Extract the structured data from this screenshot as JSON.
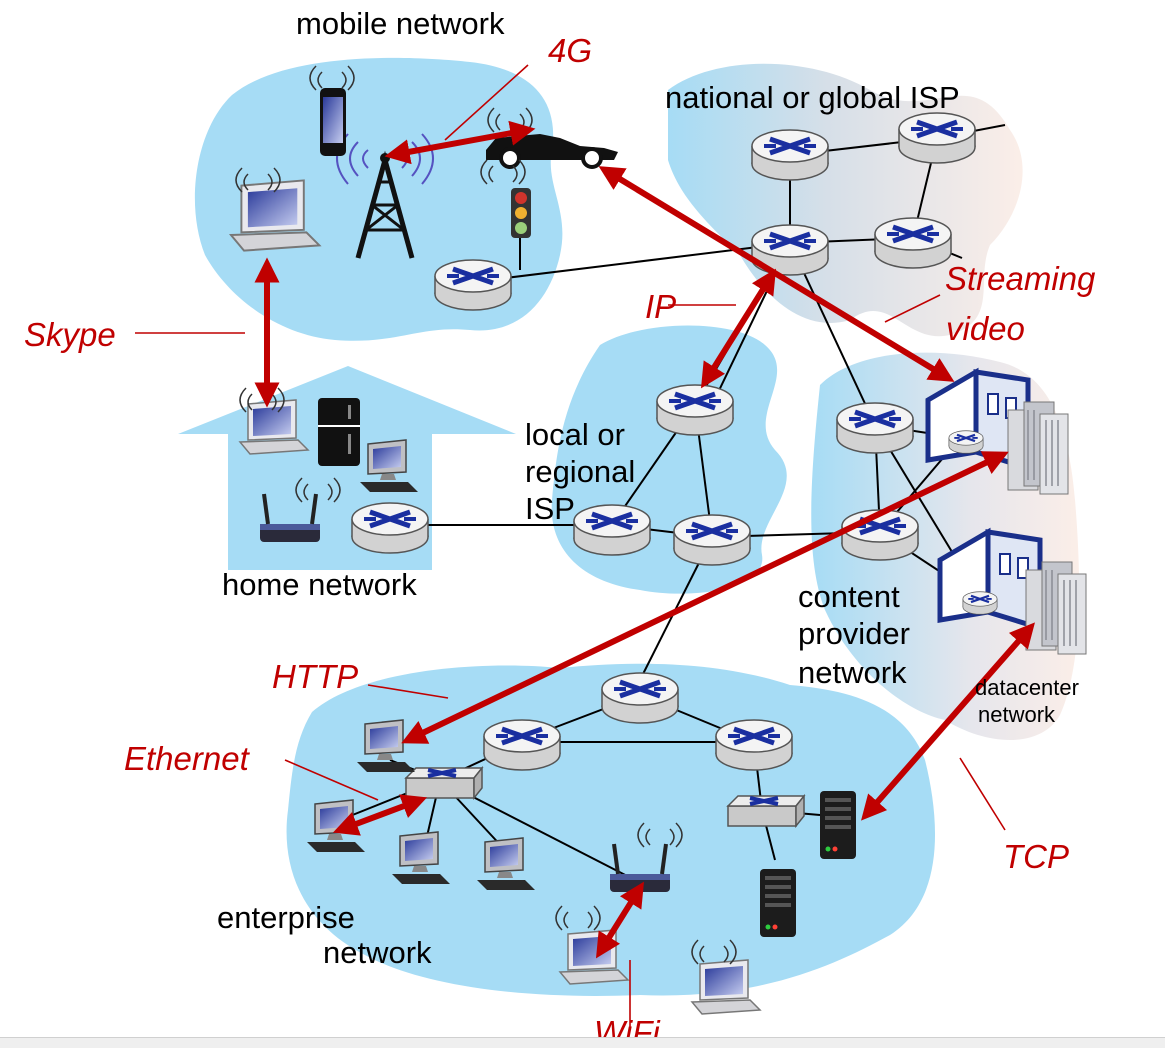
{
  "labels": {
    "mobile_network": "mobile network",
    "national_isp": "national or global ISP",
    "local_isp_line1": "local or",
    "local_isp_line2": "regional",
    "local_isp_line3": "ISP",
    "home_network": "home network",
    "content_line1": "content",
    "content_line2": "provider",
    "content_line3": "network",
    "datacenter_line1": "datacenter",
    "datacenter_line2": "network",
    "enterprise_line1": "enterprise",
    "enterprise_line2": "network"
  },
  "protocols": {
    "g4": "4G",
    "streaming_line1": "Streaming",
    "streaming_line2": "video",
    "ip": "IP",
    "skype": "Skype",
    "http": "HTTP",
    "ethernet": "Ethernet",
    "tcp": "TCP",
    "wifi": "WiFi"
  },
  "colors": {
    "cloud": "#a6dcf5",
    "protocol_arrow": "#c00000",
    "router_body": "#f4f4f4",
    "router_mark": "#1a2fa0"
  }
}
